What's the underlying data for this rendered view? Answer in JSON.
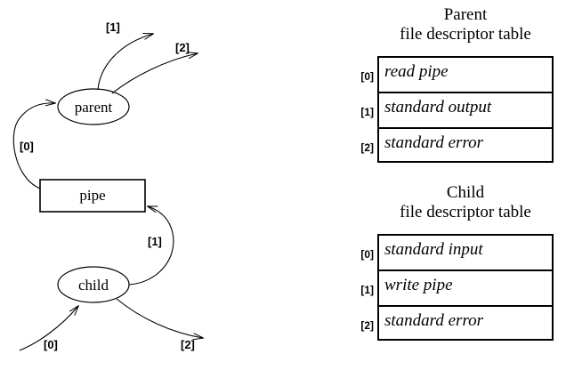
{
  "diagram": {
    "nodes": [
      {
        "id": "parent",
        "label": "parent",
        "shape": "ellipse"
      },
      {
        "id": "pipe",
        "label": "pipe",
        "shape": "rectangle"
      },
      {
        "id": "child",
        "label": "child",
        "shape": "ellipse"
      }
    ],
    "edge_labels": {
      "parent_stdout": "[1]",
      "parent_stderr": "[2]",
      "parent_readpipe": "[0]",
      "child_writepipe": "[1]",
      "child_stdin": "[0]",
      "child_stderr": "[2]"
    }
  },
  "tables": [
    {
      "id": "parent-table",
      "title_line1": "Parent",
      "title_line2": "file descriptor table",
      "rows": [
        {
          "index": "[0]",
          "value": "read pipe"
        },
        {
          "index": "[1]",
          "value": "standard output"
        },
        {
          "index": "[2]",
          "value": "standard error"
        }
      ]
    },
    {
      "id": "child-table",
      "title_line1": "Child",
      "title_line2": "file descriptor table",
      "rows": [
        {
          "index": "[0]",
          "value": "standard input"
        },
        {
          "index": "[1]",
          "value": "write pipe"
        },
        {
          "index": "[2]",
          "value": "standard error"
        }
      ]
    }
  ],
  "colors": {
    "stroke": "#000000",
    "background": "#ffffff"
  }
}
